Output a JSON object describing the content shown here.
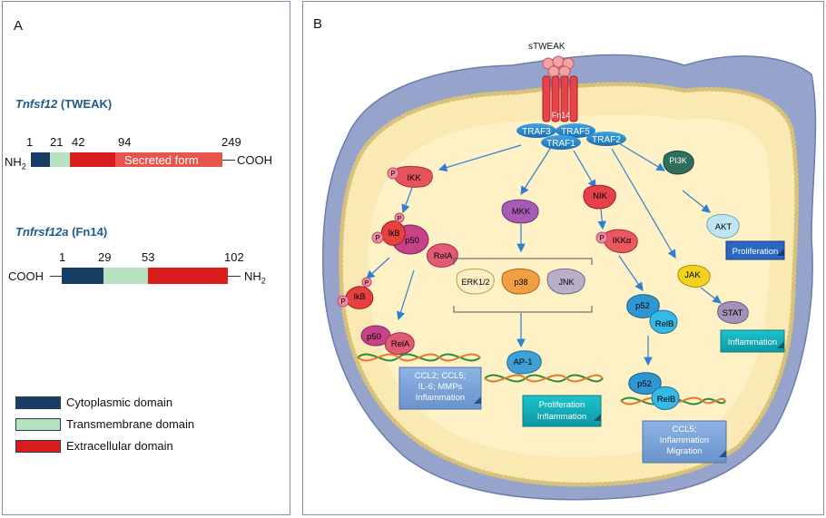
{
  "panel_a": {
    "label": "A",
    "tweak": {
      "gene": "Tnfsf12",
      "protein": "(TWEAK)",
      "n_term": "NH2",
      "c_term": "COOH",
      "positions": [
        "1",
        "21",
        "42",
        "94",
        "249"
      ],
      "segment_label": "Secreted form"
    },
    "fn14": {
      "gene": "Tnfrsf12a",
      "protein": "(Fn14)",
      "n_term": "COOH",
      "c_term": "NH2",
      "positions": [
        "1",
        "29",
        "53",
        "102"
      ]
    },
    "legend": [
      {
        "label": "Cytoplasmic domain",
        "color": "#173c66"
      },
      {
        "label": "Transmembrane domain",
        "color": "#b6e2bf"
      },
      {
        "label": "Extracellular domain",
        "color": "#d91c1c"
      }
    ]
  },
  "panel_b": {
    "label": "B",
    "ligand": "sTWEAK",
    "receptor": "Fn14",
    "adaptors": [
      "TRAF3",
      "TRAF5",
      "TRAF1",
      "TRAF2"
    ],
    "canonical": {
      "kinase": "IKK",
      "phospho": "P",
      "inhibitor": "IkB",
      "subunits": [
        "p50",
        "RelA"
      ]
    },
    "mapk": {
      "kinase": "MKK",
      "effectors": [
        "ERK1/2",
        "p38",
        "JNK"
      ],
      "tf": "AP-1"
    },
    "noncanonical": {
      "kinase": "NIK",
      "ikk": "IKKα",
      "subunits": [
        "p52",
        "RelB"
      ]
    },
    "pi3k": {
      "kinase": "PI3K",
      "effector": "AKT"
    },
    "jak": {
      "kinase": "JAK",
      "effector": "STAT"
    },
    "outputs": {
      "nfkb": [
        "CCL2; CCL5;",
        "IL-6; MMPs",
        "Inflammation"
      ],
      "ap1": [
        "Proliferation",
        "Inflammation"
      ],
      "relb": [
        "CCL5;",
        "Inflammation",
        "Migration"
      ],
      "akt": "Proliferation",
      "stat": "Inflammation"
    }
  },
  "colors": {
    "navy": "#173c66",
    "mint": "#b6e2bf",
    "red": "#d91c1c",
    "cytoplasm": "#fbe9b4",
    "membrane": "#96a4cc",
    "traf": "#2b8ed2",
    "teal": "#13a9b5",
    "output_box": "#7ea3d6"
  }
}
